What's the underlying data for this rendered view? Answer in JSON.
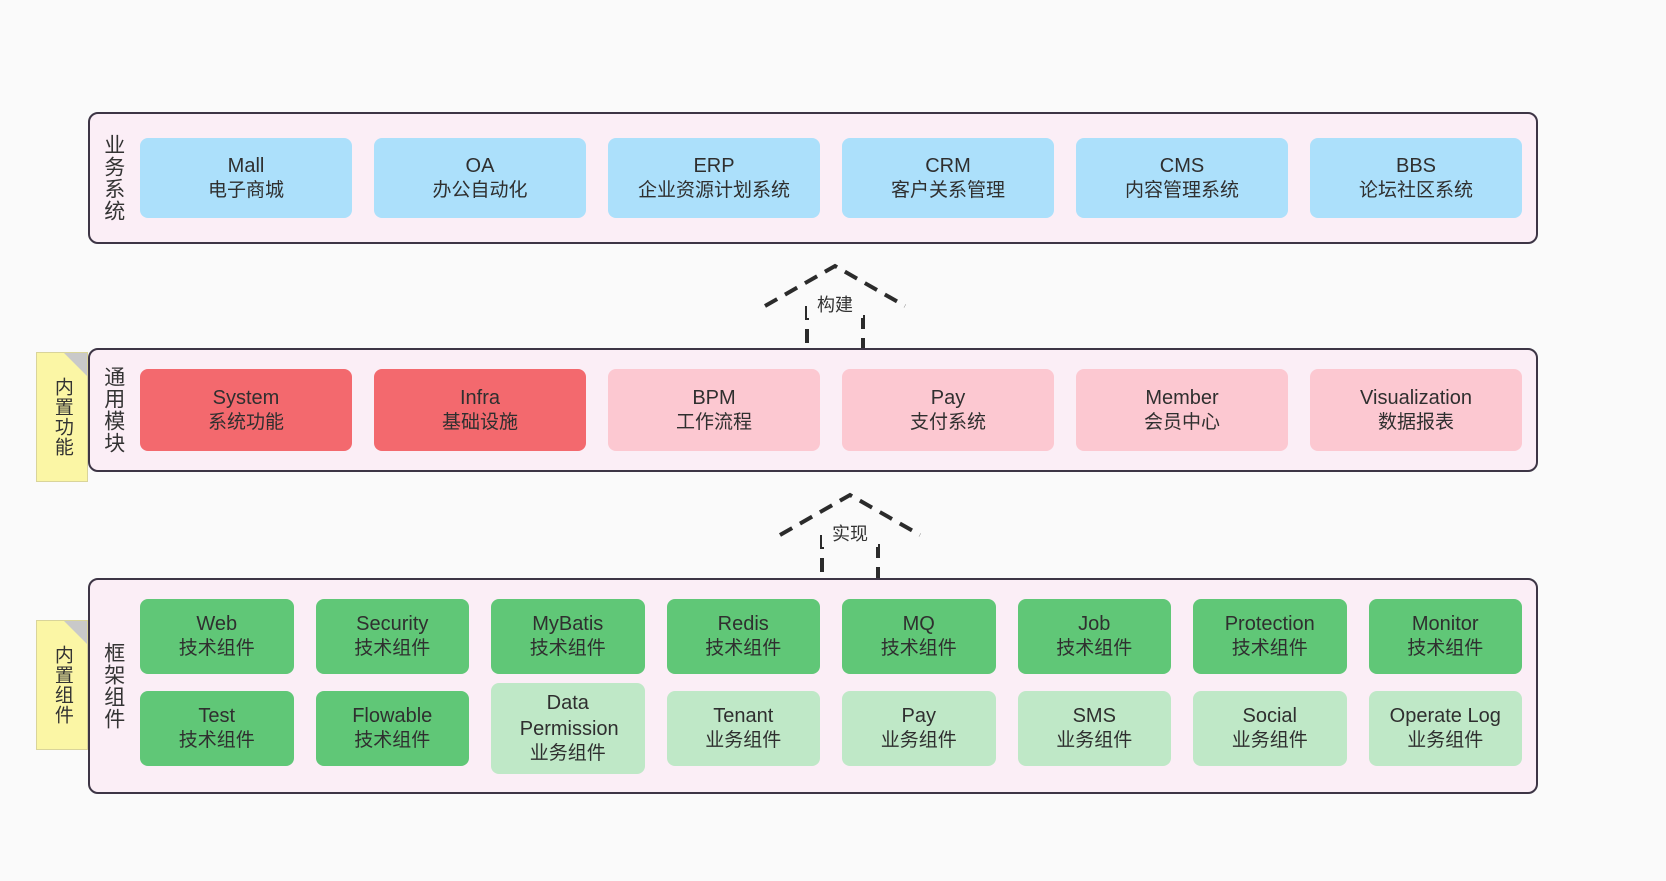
{
  "diagram": {
    "background": "#fafafa",
    "layers": [
      {
        "id": "business",
        "title": "业务系统",
        "cards": [
          {
            "en": "Mall",
            "cn": "电子商城",
            "color": "blue"
          },
          {
            "en": "OA",
            "cn": "办公自动化",
            "color": "blue"
          },
          {
            "en": "ERP",
            "cn": "企业资源计划系统",
            "color": "blue"
          },
          {
            "en": "CRM",
            "cn": "客户关系管理",
            "color": "blue"
          },
          {
            "en": "CMS",
            "cn": "内容管理系统",
            "color": "blue"
          },
          {
            "en": "BBS",
            "cn": "论坛社区系统",
            "color": "blue"
          }
        ]
      },
      {
        "id": "modules",
        "title": "通用模块",
        "note": "内置功能",
        "cards": [
          {
            "en": "System",
            "cn": "系统功能",
            "color": "red"
          },
          {
            "en": "Infra",
            "cn": "基础设施",
            "color": "red"
          },
          {
            "en": "BPM",
            "cn": "工作流程",
            "color": "pink"
          },
          {
            "en": "Pay",
            "cn": "支付系统",
            "color": "pink"
          },
          {
            "en": "Member",
            "cn": "会员中心",
            "color": "pink"
          },
          {
            "en": "Visualization",
            "cn": "数据报表",
            "color": "pink"
          }
        ]
      },
      {
        "id": "framework",
        "title": "框架组件",
        "note": "内置组件",
        "row1": [
          {
            "en": "Web",
            "cn": "技术组件",
            "color": "green"
          },
          {
            "en": "Security",
            "cn": "技术组件",
            "color": "green"
          },
          {
            "en": "MyBatis",
            "cn": "技术组件",
            "color": "green"
          },
          {
            "en": "Redis",
            "cn": "技术组件",
            "color": "green"
          },
          {
            "en": "MQ",
            "cn": "技术组件",
            "color": "green"
          },
          {
            "en": "Job",
            "cn": "技术组件",
            "color": "green"
          },
          {
            "en": "Protection",
            "cn": "技术组件",
            "color": "green"
          },
          {
            "en": "Monitor",
            "cn": "技术组件",
            "color": "green"
          }
        ],
        "row2": [
          {
            "en": "Test",
            "cn": "技术组件",
            "color": "green"
          },
          {
            "en": "Flowable",
            "cn": "技术组件",
            "color": "green"
          },
          {
            "en": "Data Permission",
            "cn": "业务组件",
            "color": "lgreen"
          },
          {
            "en": "Tenant",
            "cn": "业务组件",
            "color": "lgreen"
          },
          {
            "en": "Pay",
            "cn": "业务组件",
            "color": "lgreen"
          },
          {
            "en": "SMS",
            "cn": "业务组件",
            "color": "lgreen"
          },
          {
            "en": "Social",
            "cn": "业务组件",
            "color": "lgreen"
          },
          {
            "en": "Operate Log",
            "cn": "业务组件",
            "color": "lgreen"
          }
        ]
      }
    ],
    "connectors": [
      {
        "id": "build",
        "label": "构建"
      },
      {
        "id": "implement",
        "label": "实现"
      }
    ],
    "colors": {
      "panel_bg": "#fbeef6",
      "panel_border": "#3d3545",
      "blue": "#ace0fb",
      "red": "#f3696e",
      "pink": "#fcc8d1",
      "green": "#60c777",
      "light_green": "#bfe8c7",
      "note_yellow": "#fbf6a5"
    }
  }
}
